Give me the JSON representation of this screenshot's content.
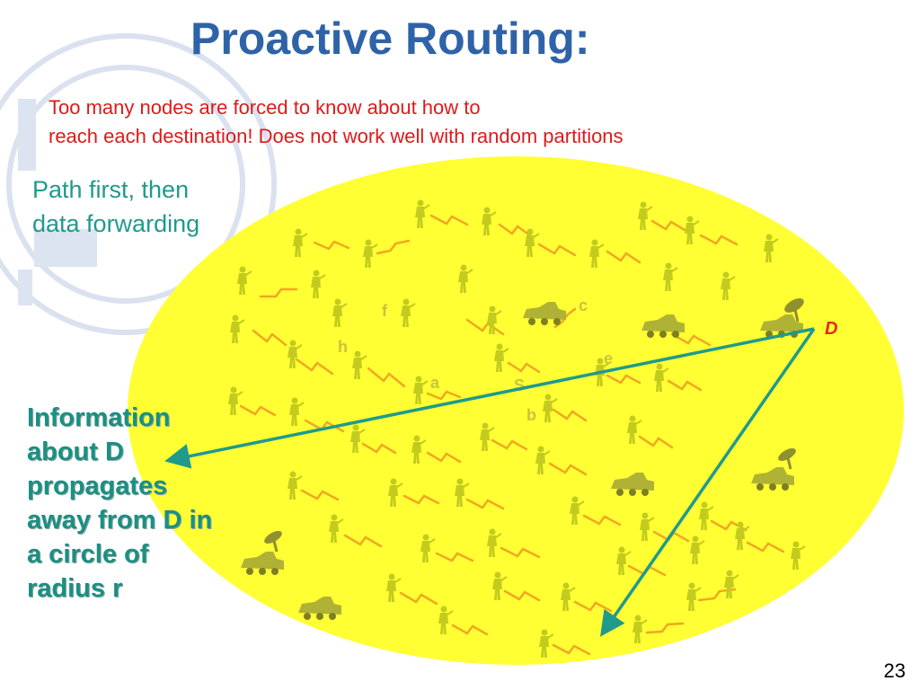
{
  "slide": {
    "title": "Proactive Routing:",
    "subtitle_lines": [
      "Too many nodes are forced to know about how to",
      "reach each destination! Does not work well with random partitions"
    ],
    "note_lines": [
      "Path first, then",
      "data forwarding"
    ],
    "info_lines": [
      "Information",
      "about  D",
      "propagates",
      "away from D in",
      "a circle of",
      "radius r"
    ],
    "page_number": "23"
  },
  "diagram": {
    "node_labels": {
      "c": "c",
      "f": "f",
      "h": "h",
      "e": "e",
      "a": "a",
      "s": "S",
      "b": "b",
      "d": "D"
    },
    "colors": {
      "circle_fill": "#ffff33",
      "arrow": "#1f9a8d",
      "soldier": "#c3cc1e",
      "vehicle": "#b0b236",
      "link": "#f0a820"
    },
    "icon_names": [
      "soldier-icon",
      "vehicle-icon",
      "satellite-dish-icon",
      "wireless-link-icon"
    ]
  }
}
